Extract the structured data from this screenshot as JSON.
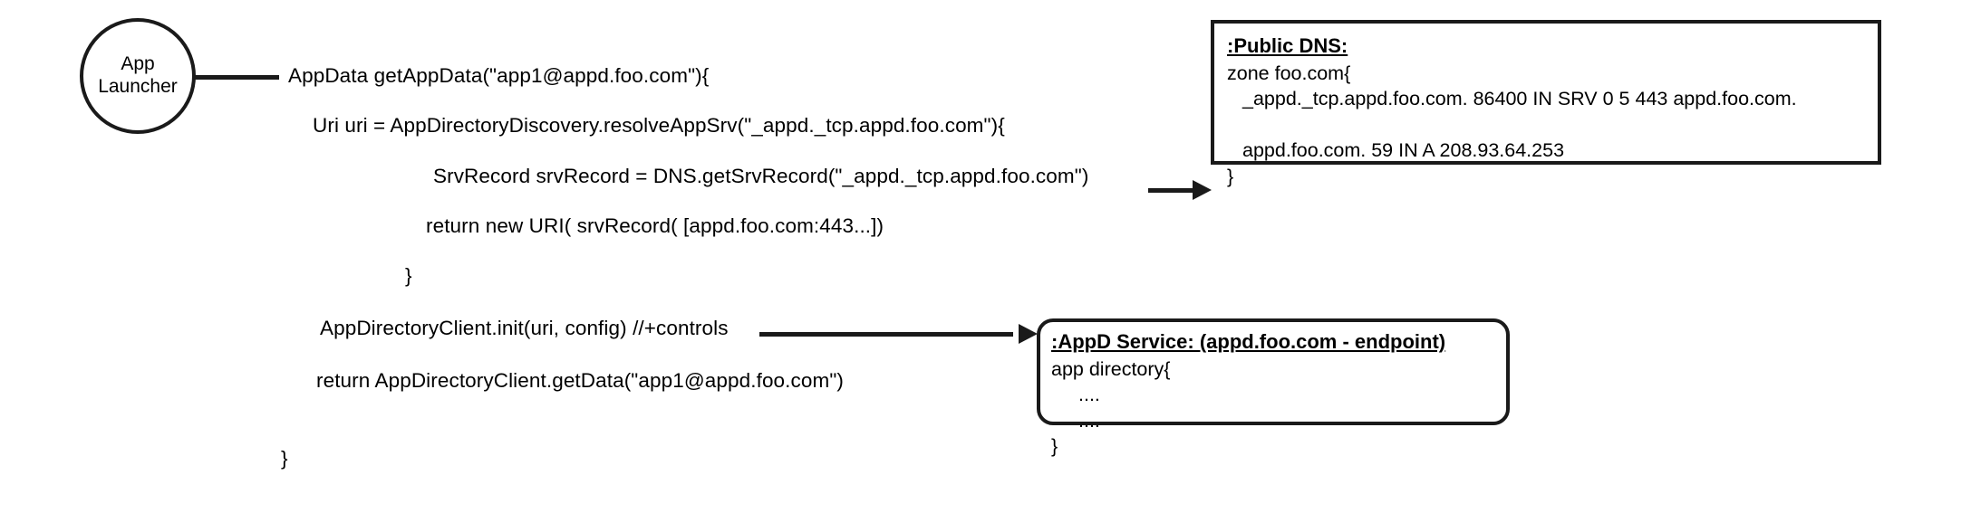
{
  "diagram": {
    "actor": {
      "name": "App Launcher",
      "line1": "App",
      "line2": "Launcher"
    },
    "code_lines": [
      {
        "id": "l1",
        "text": "AppData getAppData(\"app1@appd.foo.com\"){"
      },
      {
        "id": "l2",
        "text": "Uri uri = AppDirectoryDiscovery.resolveAppSrv(\"_appd._tcp.appd.foo.com\"){"
      },
      {
        "id": "l3",
        "text": "SrvRecord srvRecord =  DNS.getSrvRecord(\"_appd._tcp.appd.foo.com\")"
      },
      {
        "id": "l4",
        "text": "return new URI( srvRecord( [appd.foo.com:443...])"
      },
      {
        "id": "l5",
        "text": "}"
      },
      {
        "id": "l6",
        "text": "AppDirectoryClient.init(uri, config) //+controls"
      },
      {
        "id": "l7",
        "text": "return  AppDirectoryClient.getData(\"app1@appd.foo.com\")"
      },
      {
        "id": "l8",
        "text": "}"
      }
    ],
    "dns_box": {
      "title": ":Public DNS:",
      "lines": [
        "zone foo.com{",
        "_appd._tcp.appd.foo.com. 86400 IN SRV 0 5 443 appd.foo.com.",
        "",
        "appd.foo.com. 59 IN A 208.93.64.253",
        "}"
      ]
    },
    "appd_box": {
      "title": ":AppD Service: (appd.foo.com - endpoint)",
      "lines": [
        "app directory{",
        "....",
        "....",
        "}"
      ]
    },
    "arrows": [
      {
        "id": "dns-arrow",
        "from": "SrvRecord srvRecord =  DNS.getSrvRecord(\"_appd._tcp.appd.foo.com\")",
        "to": ":Public DNS:"
      },
      {
        "id": "appd-arrow",
        "from": "AppDirectoryClient.init(uri, config) //+controls",
        "to": ":AppD Service: (appd.foo.com - endpoint)"
      }
    ],
    "colors": {
      "stroke": "#1a1a1a",
      "background": "#ffffff",
      "text": "#000000"
    }
  }
}
